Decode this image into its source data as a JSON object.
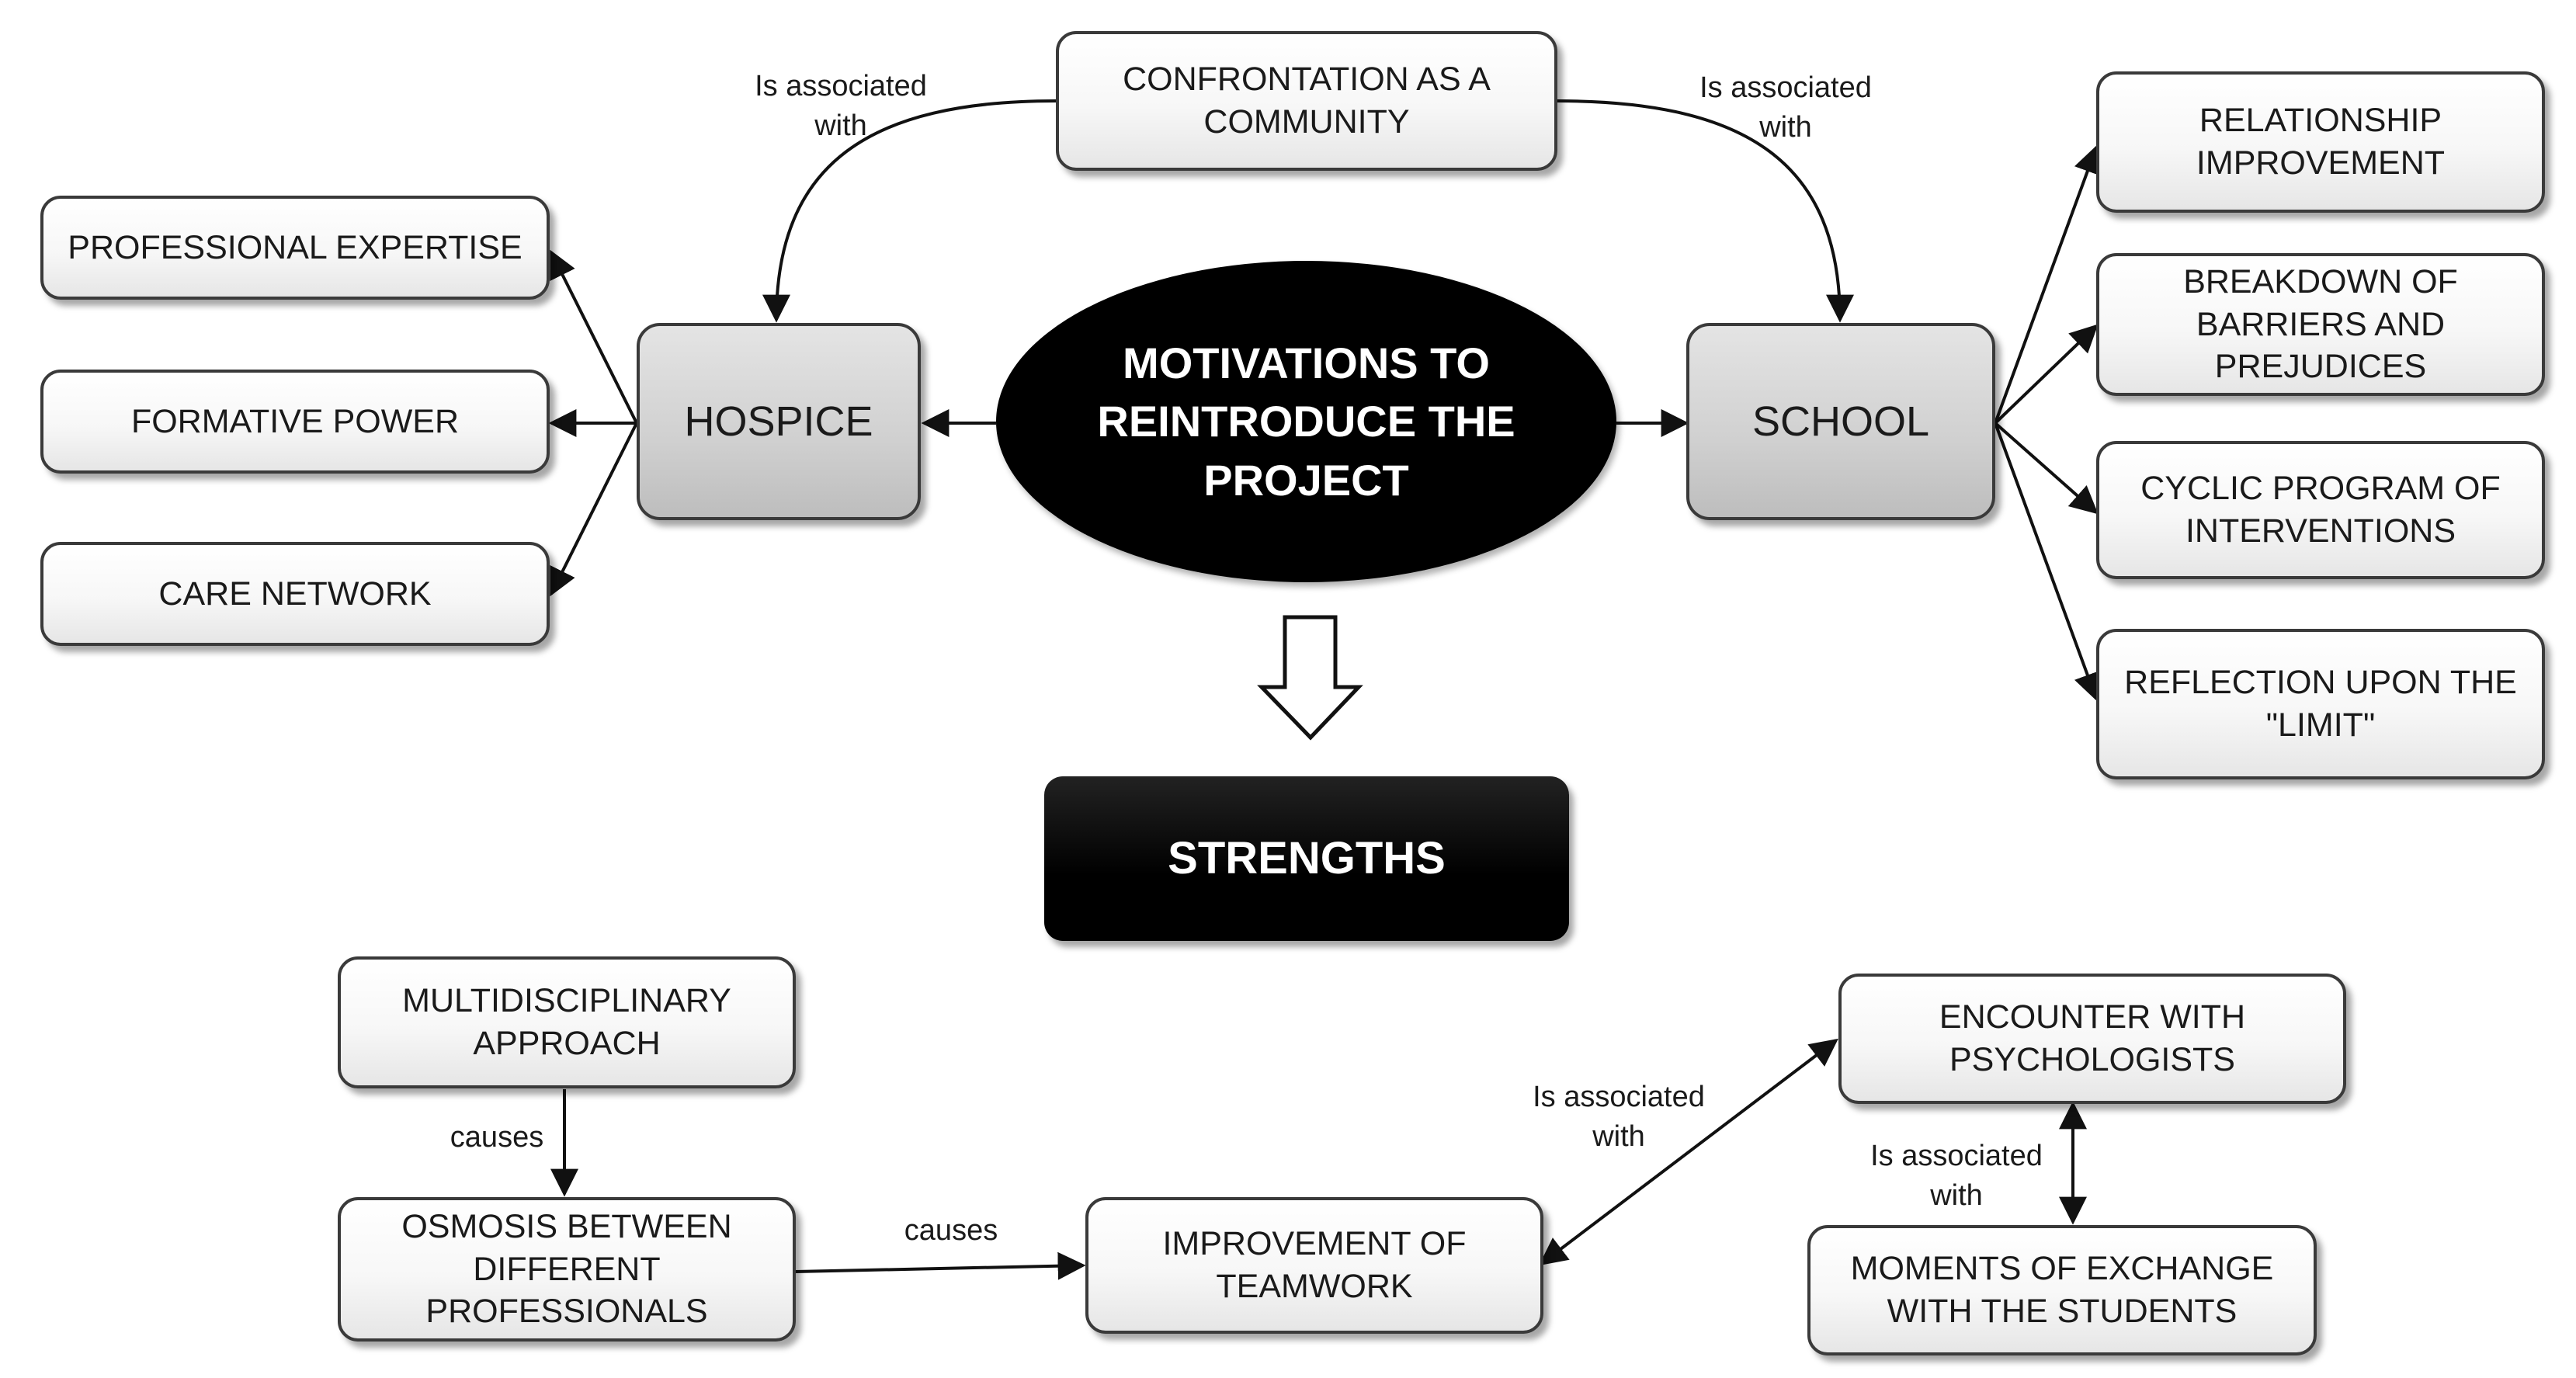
{
  "center": "MOTIVATIONS TO REINTRODUCE THE PROJECT",
  "top_node": "CONFRONTATION AS A COMMUNITY",
  "hospice": {
    "label": "HOSPICE",
    "items": [
      "PROFESSIONAL EXPERTISE",
      "FORMATIVE POWER",
      "CARE NETWORK"
    ]
  },
  "school": {
    "label": "SCHOOL",
    "items": [
      "RELATIONSHIP IMPROVEMENT",
      "BREAKDOWN OF BARRIERS AND PREJUDICES",
      "CYCLIC PROGRAM OF INTERVENTIONS",
      "REFLECTION UPON THE \"LIMIT\""
    ]
  },
  "strengths": {
    "title": "STRENGTHS",
    "multidisciplinary": "MULTIDISCIPLINARY APPROACH",
    "osmosis": "OSMOSIS BETWEEN DIFFERENT PROFESSIONALS",
    "teamwork": "IMPROVEMENT OF TEAMWORK",
    "psychologists": "ENCOUNTER WITH PSYCHOLOGISTS",
    "exchange": "MOMENTS OF EXCHANGE WITH THE STUDENTS"
  },
  "edge_labels": {
    "assoc_left": "Is associated\nwith",
    "assoc_right": "Is associated\nwith",
    "causes_1": "causes",
    "causes_2": "causes",
    "assoc_teamwork": "Is associated\nwith",
    "assoc_psych": "Is associated\nwith"
  }
}
